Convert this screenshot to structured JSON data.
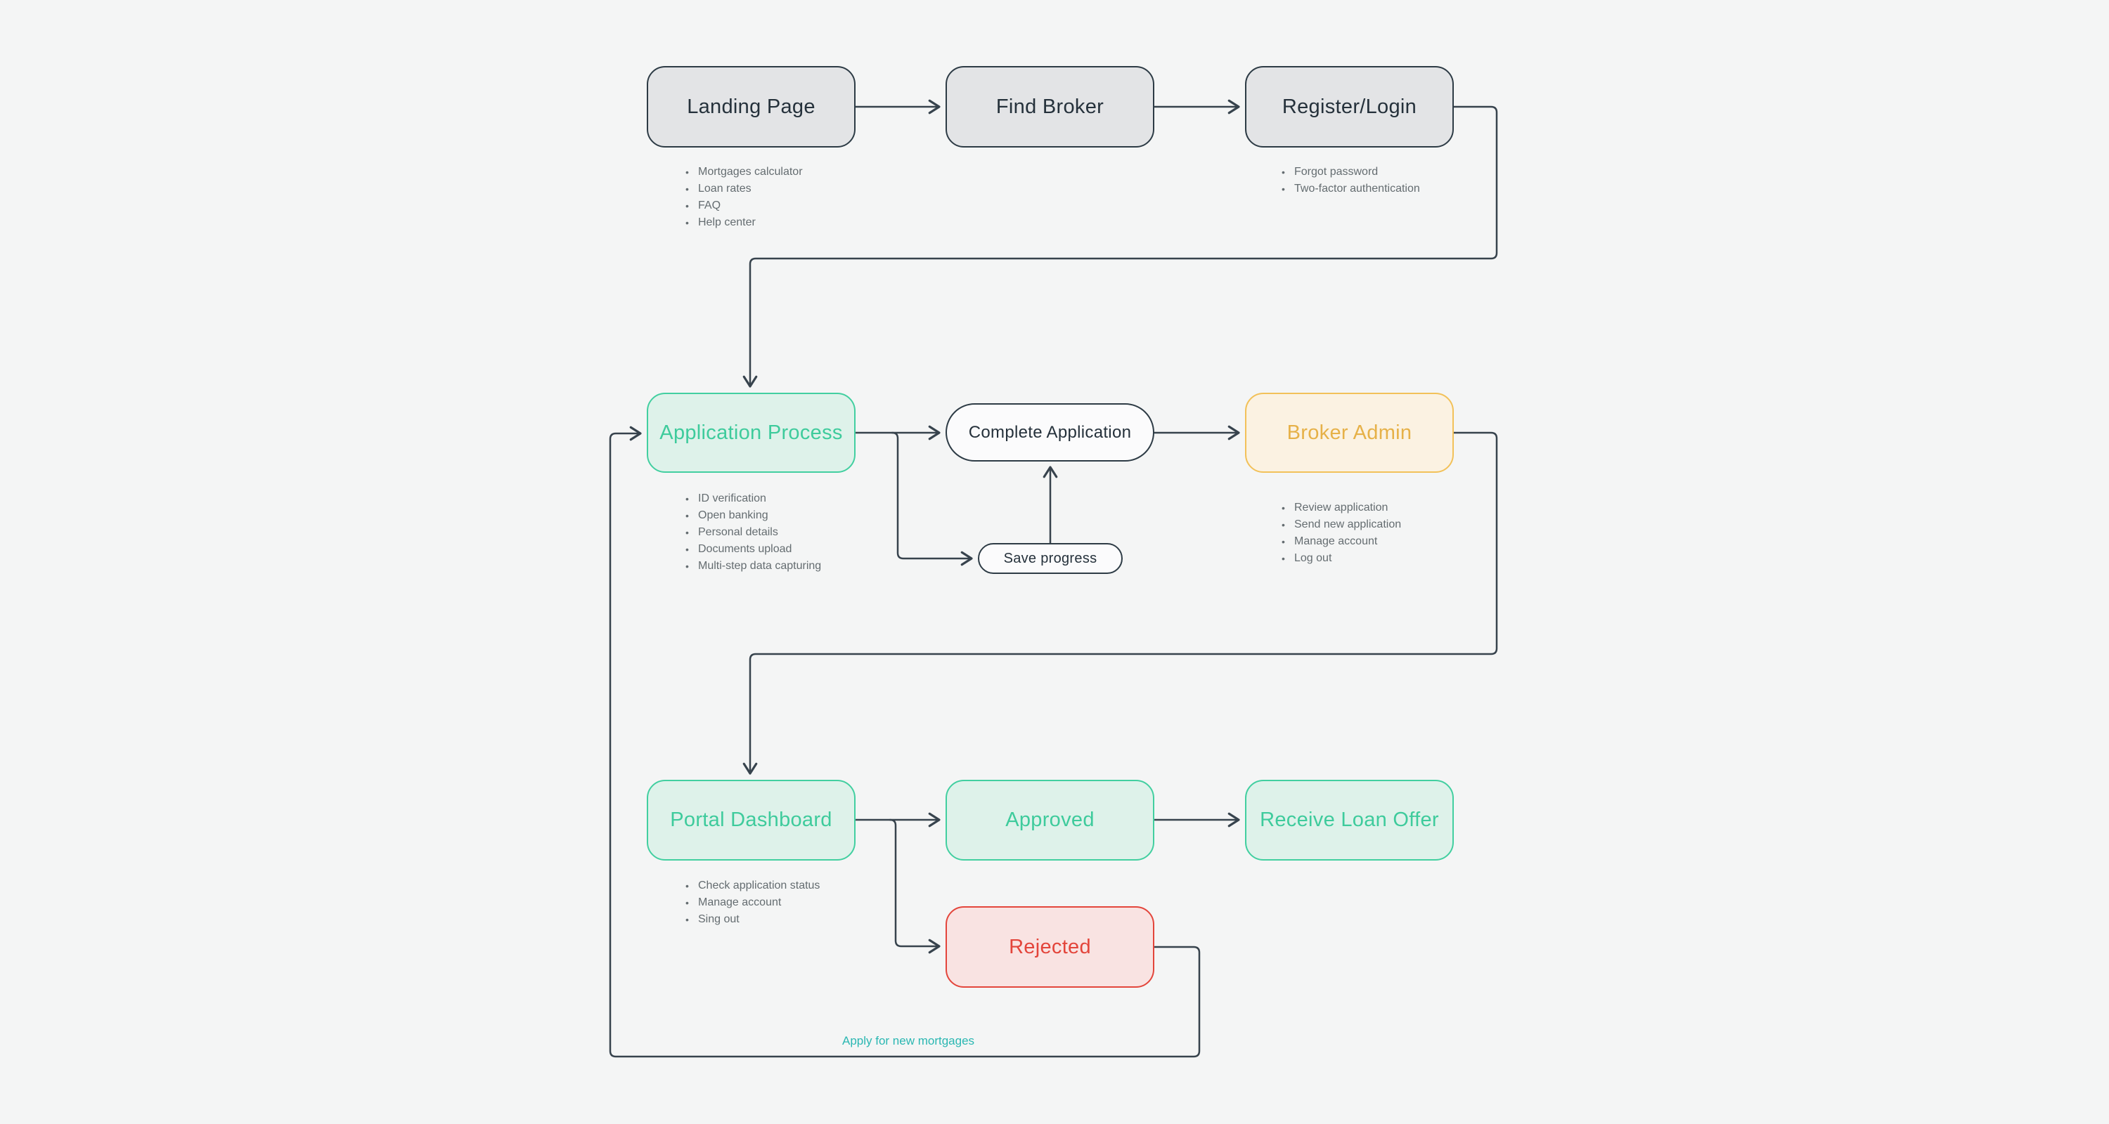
{
  "canvas": {
    "background": "#f4f5f5",
    "connector_color": "#37434d"
  },
  "colors": {
    "gray_node_fill": "#e3e4e6",
    "gray_node_border": "#2d3b45",
    "green_node_fill": "#def2ea",
    "green_node_border": "#42cfa0",
    "green_node_text": "#3ecb9c",
    "yellow_node_fill": "#fbf2e2",
    "yellow_node_border": "#f2c159",
    "yellow_node_text": "#e6b148",
    "red_node_fill": "#f9e3e2",
    "red_node_border": "#e3453b",
    "notes_text": "#646c70",
    "edge_label_text": "#2ab7b2"
  },
  "nodes": {
    "landing_page": {
      "label": "Landing Page"
    },
    "find_broker": {
      "label": "Find Broker"
    },
    "register_login": {
      "label": "Register/Login"
    },
    "application_process": {
      "label": "Application Process"
    },
    "complete_application": {
      "label": "Complete Application"
    },
    "broker_admin": {
      "label": "Broker Admin"
    },
    "save_progress": {
      "label": "Save progress"
    },
    "portal_dashboard": {
      "label": "Portal Dashboard"
    },
    "approved": {
      "label": "Approved"
    },
    "receive_loan_offer": {
      "label": "Receive Loan Offer"
    },
    "rejected": {
      "label": "Rejected"
    }
  },
  "notes": {
    "landing_page": {
      "items": [
        "Mortgages calculator",
        "Loan rates",
        "FAQ",
        "Help center"
      ]
    },
    "register_login": {
      "items": [
        "Forgot password",
        "Two-factor authentication"
      ]
    },
    "application_process": {
      "items": [
        "ID verification",
        "Open banking",
        "Personal details",
        "Documents upload",
        "Multi-step data capturing"
      ]
    },
    "broker_admin": {
      "items": [
        "Review application",
        "Send new application",
        "Manage account",
        "Log out"
      ]
    },
    "portal_dashboard": {
      "items": [
        "Check application status",
        "Manage account",
        "Sing out"
      ]
    }
  },
  "edge_label": {
    "text": "Apply for new mortgages"
  }
}
